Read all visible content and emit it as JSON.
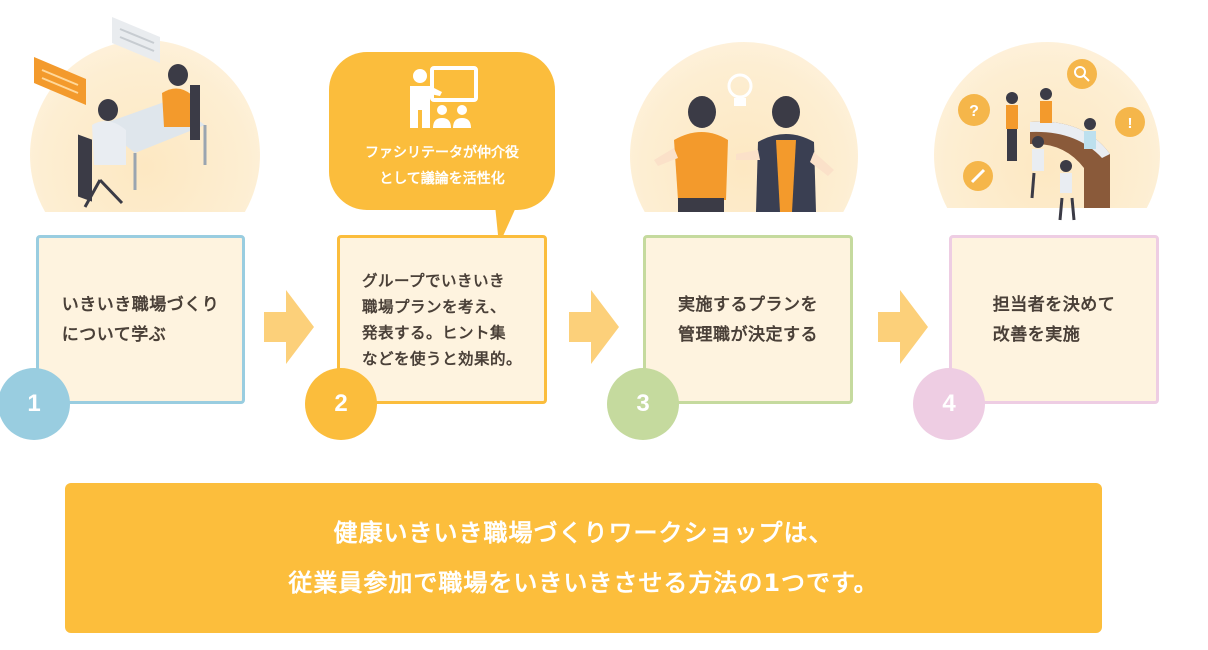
{
  "steps": [
    {
      "number": "1",
      "text": "いきいき職場づくり\nについて学ぶ",
      "color": "#99cde0"
    },
    {
      "number": "2",
      "text": "グループでいきいき\n職場プランを考え、\n発表する。ヒント集\nなどを使うと効果的。",
      "color": "#fbbd3c"
    },
    {
      "number": "3",
      "text": "実施するプランを\n管理職が決定する",
      "color": "#c5da9e"
    },
    {
      "number": "4",
      "text": "担当者を決めて\n改善を実施",
      "color": "#eecde3"
    }
  ],
  "callout": {
    "text": "ファシリテータが仲介役\nとして議論を活性化",
    "color": "#fbbd3c"
  },
  "banner": {
    "line1": "健康いきいき職場づくりワークショップは、",
    "line2": "従業員参加で職場をいきいきさせる方法の1つです。",
    "color": "#fcbe3c"
  },
  "arrow_color": "#fcd07a"
}
